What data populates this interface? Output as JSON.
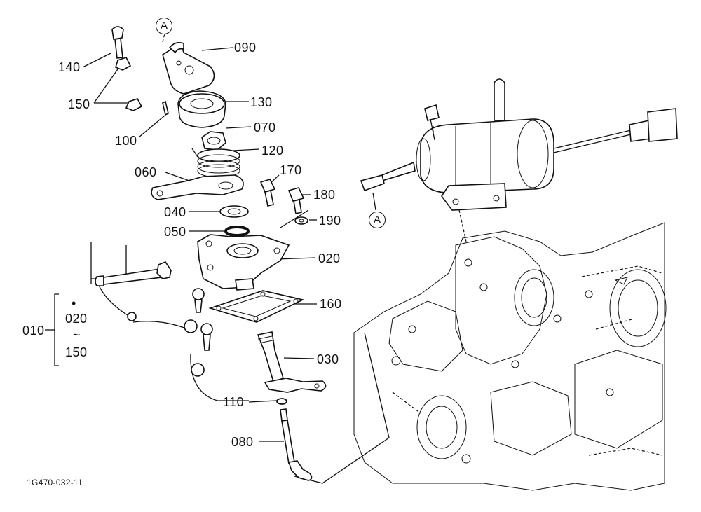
{
  "diagram": {
    "drawing_code": "1G470-032-11",
    "reference_mark": "A",
    "callouts": [
      "140",
      "150",
      "090",
      "130",
      "100",
      "070",
      "120",
      "060",
      "170",
      "180",
      "040",
      "190",
      "050",
      "020",
      "160",
      "030",
      "110",
      "080"
    ],
    "group": {
      "label": "010",
      "bullet": "•",
      "from": "020",
      "tilde": "~",
      "to": "150"
    }
  }
}
